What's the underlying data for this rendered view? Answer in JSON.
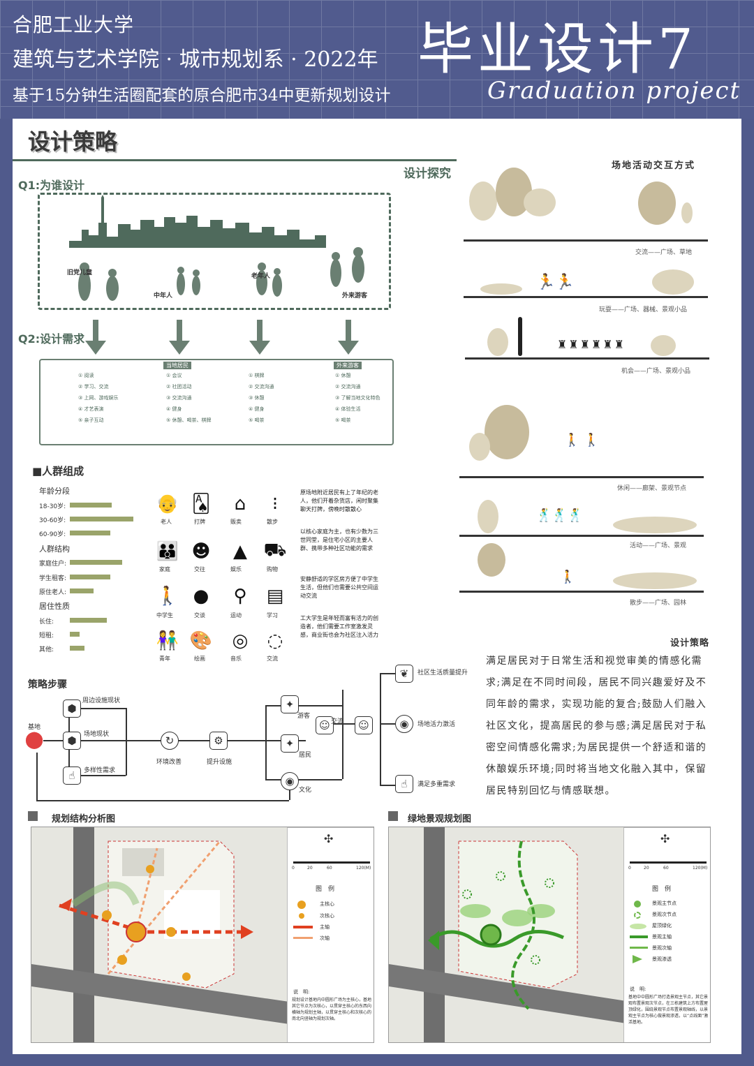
{
  "header": {
    "school": "合肥工业大学",
    "dept": "建筑与艺术学院 · 城市规划系 · 2022年",
    "project_title": "基于15分钟生活圈配套的原合肥市34中更新规划设计",
    "big_title": "毕业设计7",
    "eng_title": "Graduation project"
  },
  "section_title": "设计策略",
  "explore": "设计探究",
  "q1": "Q1:为谁设计",
  "q2": "Q2:设计需求",
  "groups": [
    "旧党儿童",
    "中年人",
    "老年人",
    "外来游客"
  ],
  "needs": {
    "col1": [
      "① 阅读",
      "② 学习、交流",
      "③ 上网、游戏娱乐",
      "④ 才艺表演",
      "⑤ 亲子互动"
    ],
    "col2_title": "当地居民",
    "col2": [
      "① 会议",
      "② 社团活动",
      "③ 交流沟通",
      "④ 健身",
      "⑤ 休憩、喝茶、棋牌"
    ],
    "col3": [
      "① 棋牌",
      "② 交流沟通",
      "③ 休憩",
      "④ 健身",
      "⑤ 喝茶"
    ],
    "col4_title": "外来游客",
    "col4": [
      "① 休憩",
      "② 交流沟通",
      "③ 了解当地文化特色",
      "④ 体验生活",
      "⑤ 喝茶"
    ]
  },
  "population": {
    "title": "■人群组成",
    "age_title": "年龄分段",
    "ages": [
      {
        "label": "18-30岁:",
        "value": 0.62
      },
      {
        "label": "30-60岁:",
        "value": 0.95
      },
      {
        "label": "60-90岁:",
        "value": 0.6
      }
    ],
    "struct_title": "人群结构",
    "structs": [
      {
        "label": "家庭住户:",
        "value": 0.78
      },
      {
        "label": "学生租客:",
        "value": 0.6
      },
      {
        "label": "原住老人:",
        "value": 0.35
      }
    ],
    "nature_title": "居住性质",
    "natures": [
      {
        "label": "长住:",
        "value": 0.55
      },
      {
        "label": "短租:",
        "value": 0.15
      },
      {
        "label": "其他:",
        "value": 0.22
      }
    ]
  },
  "icon_rows": [
    {
      "labels": [
        "老人",
        "打牌",
        "贩卖",
        "散步"
      ],
      "desc": "原场地附近居民有上了年纪的老人，他们开着杂货店，闲时聚集聊天打牌，傍晚时散散心"
    },
    {
      "labels": [
        "家庭",
        "交往",
        "娱乐",
        "购物"
      ],
      "desc": "以核心家庭为主，也有少数为三世同堂，是住宅小区的主要人群、携带多种社区功能的需求"
    },
    {
      "labels": [
        "中学生",
        "交谈",
        "运动",
        "学习"
      ],
      "desc": "安静舒适的学区房方便了中学生生活，但他们也需要公共空间运动交流"
    },
    {
      "labels": [
        "青年",
        "绘画",
        "音乐",
        "交流"
      ],
      "desc": "工大学生是年轻而富有活力的创造者，他们需要工作室激发灵感，商业街也会为社区注入活力"
    }
  ],
  "steps": {
    "title": "策略步骤",
    "site": "基地",
    "n1": "周边设施现状",
    "n2": "场地现状",
    "n3": "多样性需求",
    "n4": "环境改善",
    "n5": "提升设施",
    "n6": "游客",
    "n7": "居民",
    "n8": "文化",
    "n9": "交流",
    "r1": "社区生活质量提升",
    "r2": "场地活力激活",
    "r3": "满足多重需求"
  },
  "scenes": {
    "title": "场地活动交互方式",
    "items": [
      "交流——广场、草地",
      "玩耍——广场、器械、景观小品",
      "机会——广场、景观小品",
      "休闲——廊架、景观节点",
      "活动——广场、景观",
      "散步——广场、园林"
    ]
  },
  "strategy": {
    "title": "设计策略",
    "text": "满足居民对于日常生活和视觉审美的情感化需求;满足在不同时间段，居民不同兴趣爱好及不同年龄的需求，实现功能的复合;鼓励人们融入社区文化，提高居民的参与感;满足居民对于私密空间情感化需求;为居民提供一个舒适和谐的休酿娱乐环境;同时将当地文化融入其中，保留居民特别回忆与情感联想。"
  },
  "map1": {
    "title": "规划结构分析图",
    "legend_title": "图　例",
    "legend": [
      "主核心",
      "次核心",
      "主轴",
      "次轴"
    ],
    "scale": [
      "0",
      "20",
      "60",
      "120(M)"
    ],
    "note_title": "说　明:",
    "note": "规划设计基地内中圆形广场为主核心，基地其它节点为次核心，以贯穿主核心的东西向横轴为规划主轴，以贯穿主核心和次核心的南北向竖轴为规划次轴。"
  },
  "map2": {
    "title": "绿地景观规划图",
    "legend_title": "图　例",
    "legend": [
      "景观主节点",
      "景观次节点",
      "屋顶绿化",
      "景观主轴",
      "景观次轴",
      "景观渗透"
    ],
    "scale": [
      "0",
      "20",
      "60",
      "120(M)"
    ],
    "note_title": "说　明:",
    "note": "基地中中圆形广场打造景观主节点，其它景观布置景观次节点，在三栋建筑上方布置屋顶绿化，围绕景观节点布置景观轴线，以景观主节点为核心做景观渗透，以“点线面”激活基地。"
  },
  "colors": {
    "header": "#515b8e",
    "accent_green": "#4f6a5c",
    "bar": "#9aa46a",
    "orange": "#e8a020",
    "red": "#e04020",
    "landscape_green": "#6fb84a"
  }
}
